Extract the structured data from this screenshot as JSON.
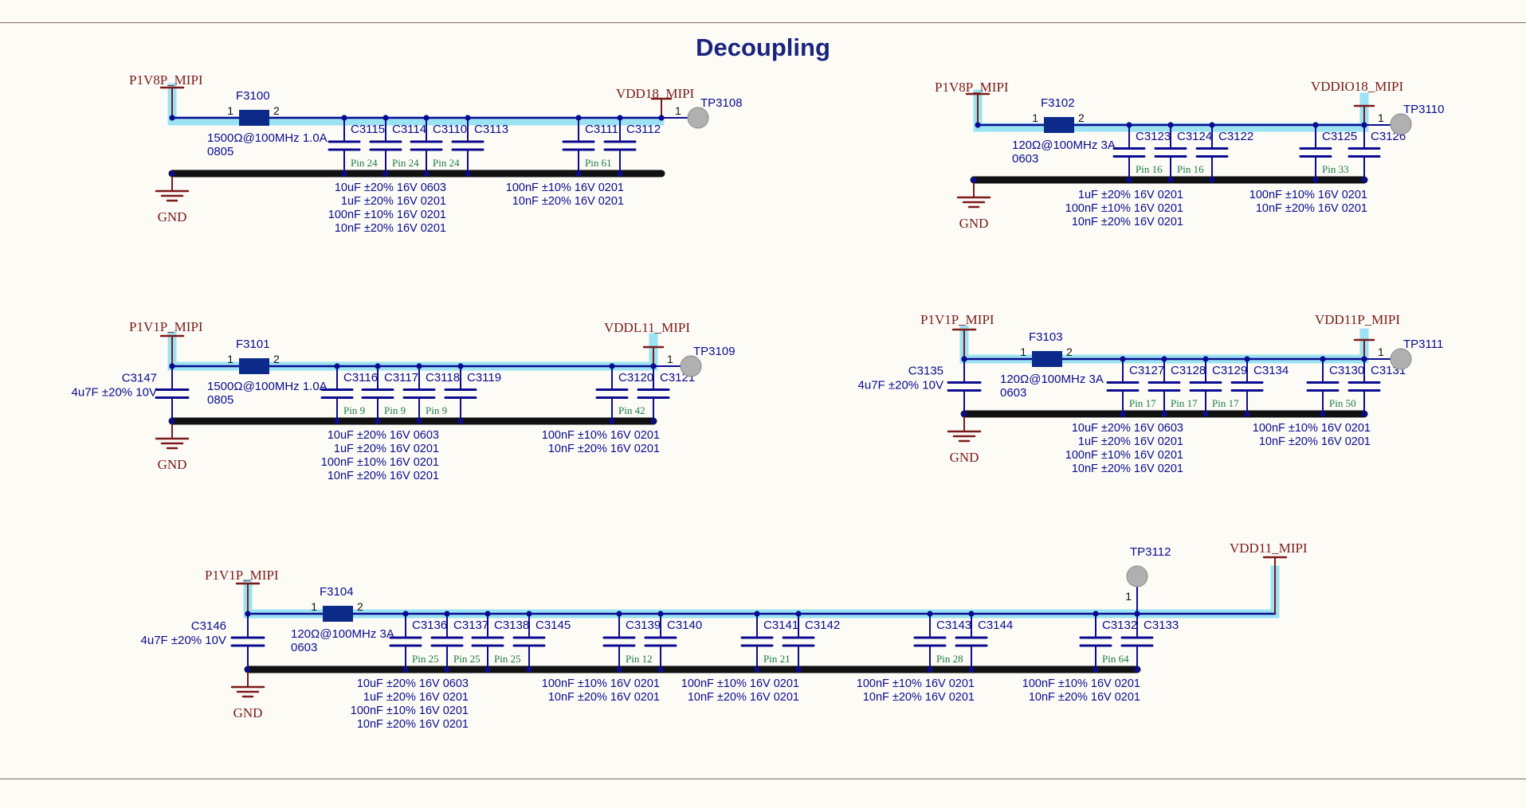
{
  "title": "Decoupling",
  "colors": {
    "wire": "#0b0b8f",
    "highlight": "#9be3f2",
    "ground_bus": "#111111",
    "net_label": "#7a1a1a",
    "pin_label": "#1b7a40",
    "ferrite": "#0b2a8a",
    "testpoint": "#b0b0b0"
  },
  "blocks": [
    {
      "id": "b1",
      "input_net": "P1V8P_MIPI",
      "output_net": "VDD18_MIPI",
      "ground": "GND",
      "ferrite": {
        "ref": "F3100",
        "pin1": "1",
        "pin2": "2",
        "spec": [
          "1500Ω@100MHz 1.0A",
          "0805"
        ]
      },
      "testpoint": {
        "ref": "TP3108",
        "pin": "1"
      },
      "input_cap": null,
      "caps": [
        {
          "ref": "C3115",
          "pin": "Pin 24"
        },
        {
          "ref": "C3114",
          "pin": "Pin 24"
        },
        {
          "ref": "C3110",
          "pin": "Pin 24"
        },
        {
          "ref": "C3113",
          "pin": ""
        },
        {
          "ref": "C3111",
          "pin": "Pin 61"
        },
        {
          "ref": "C3112",
          "pin": ""
        }
      ],
      "notes": [
        {
          "lines": [
            "10uF ±20% 16V  0603",
            "1uF ±20% 16V  0201",
            "100nF ±10% 16V  0201",
            "10nF ±20% 16V  0201"
          ]
        },
        {
          "lines": [
            "100nF ±10% 16V  0201",
            "10nF ±20% 16V  0201"
          ]
        }
      ]
    },
    {
      "id": "b2",
      "input_net": "P1V8P_MIPI",
      "output_net": "VDDIO18_MIPI",
      "ground": "GND",
      "ferrite": {
        "ref": "F3102",
        "pin1": "1",
        "pin2": "2",
        "spec": [
          "120Ω@100MHz 3A",
          "0603"
        ]
      },
      "testpoint": {
        "ref": "TP3110",
        "pin": "1"
      },
      "input_cap": null,
      "caps": [
        {
          "ref": "C3123",
          "pin": "Pin 16"
        },
        {
          "ref": "C3124",
          "pin": "Pin 16"
        },
        {
          "ref": "C3122",
          "pin": ""
        },
        {
          "ref": "C3125",
          "pin": "Pin 33"
        },
        {
          "ref": "C3126",
          "pin": ""
        }
      ],
      "notes": [
        {
          "lines": [
            "1uF ±20% 16V  0201",
            "100nF ±10% 16V  0201",
            "10nF ±20% 16V  0201"
          ]
        },
        {
          "lines": [
            "100nF ±10% 16V  0201",
            "10nF ±20% 16V  0201"
          ]
        }
      ]
    },
    {
      "id": "b3",
      "input_net": "P1V1P_MIPI",
      "output_net": "VDDL11_MIPI",
      "ground": "GND",
      "ferrite": {
        "ref": "F3101",
        "pin1": "1",
        "pin2": "2",
        "spec": [
          "1500Ω@100MHz 1.0A",
          "0805"
        ]
      },
      "testpoint": {
        "ref": "TP3109",
        "pin": "1"
      },
      "input_cap": {
        "ref": "C3147",
        "value": "4u7F ±20% 10V"
      },
      "caps": [
        {
          "ref": "C3116",
          "pin": "Pin 9"
        },
        {
          "ref": "C3117",
          "pin": "Pin 9"
        },
        {
          "ref": "C3118",
          "pin": "Pin 9"
        },
        {
          "ref": "C3119",
          "pin": ""
        },
        {
          "ref": "C3120",
          "pin": "Pin 42"
        },
        {
          "ref": "C3121",
          "pin": ""
        }
      ],
      "notes": [
        {
          "lines": [
            "10uF ±20% 16V  0603",
            "1uF ±20% 16V  0201",
            "100nF ±10% 16V  0201",
            "10nF ±20% 16V  0201"
          ]
        },
        {
          "lines": [
            "100nF ±10% 16V  0201",
            "10nF ±20% 16V  0201"
          ]
        }
      ]
    },
    {
      "id": "b4",
      "input_net": "P1V1P_MIPI",
      "output_net": "VDD11P_MIPI",
      "ground": "GND",
      "ferrite": {
        "ref": "F3103",
        "pin1": "1",
        "pin2": "2",
        "spec": [
          "120Ω@100MHz 3A",
          "0603"
        ]
      },
      "testpoint": {
        "ref": "TP3111",
        "pin": "1"
      },
      "input_cap": {
        "ref": "C3135",
        "value": "4u7F ±20% 10V"
      },
      "caps": [
        {
          "ref": "C3127",
          "pin": "Pin 17"
        },
        {
          "ref": "C3128",
          "pin": "Pin 17"
        },
        {
          "ref": "C3129",
          "pin": "Pin 17"
        },
        {
          "ref": "C3134",
          "pin": ""
        },
        {
          "ref": "C3130",
          "pin": "Pin 50"
        },
        {
          "ref": "C3131",
          "pin": ""
        }
      ],
      "notes": [
        {
          "lines": [
            "10uF ±20% 16V  0603",
            "1uF ±20% 16V  0201",
            "100nF ±10% 16V  0201",
            "10nF ±20% 16V  0201"
          ]
        },
        {
          "lines": [
            "100nF ±10% 16V  0201",
            "10nF ±20% 16V  0201"
          ]
        }
      ]
    },
    {
      "id": "b5",
      "input_net": "P1V1P_MIPI",
      "output_net": "VDD11_MIPI",
      "ground": "GND",
      "ferrite": {
        "ref": "F3104",
        "pin1": "1",
        "pin2": "2",
        "spec": [
          "120Ω@100MHz 3A",
          "0603"
        ]
      },
      "testpoint": {
        "ref": "TP3112",
        "pin": "1"
      },
      "input_cap": {
        "ref": "C3146",
        "value": "4u7F ±20% 10V"
      },
      "caps": [
        {
          "ref": "C3136",
          "pin": "Pin 25"
        },
        {
          "ref": "C3137",
          "pin": "Pin 25"
        },
        {
          "ref": "C3138",
          "pin": "Pin 25"
        },
        {
          "ref": "C3145",
          "pin": ""
        },
        {
          "ref": "C3139",
          "pin": "Pin 12"
        },
        {
          "ref": "C3140",
          "pin": ""
        },
        {
          "ref": "C3141",
          "pin": "Pin 21"
        },
        {
          "ref": "C3142",
          "pin": ""
        },
        {
          "ref": "C3143",
          "pin": "Pin 28"
        },
        {
          "ref": "C3144",
          "pin": ""
        },
        {
          "ref": "C3132",
          "pin": "Pin 64"
        },
        {
          "ref": "C3133",
          "pin": ""
        }
      ],
      "notes": [
        {
          "lines": [
            "10uF ±20% 16V      0603",
            "1uF ±20% 16V      0201",
            "100nF ±10% 16V      0201",
            "10nF ±20% 16V      0201"
          ]
        },
        {
          "lines": [
            "100nF ±10% 16V   0201",
            "10nF ±20% 16V   0201"
          ]
        },
        {
          "lines": [
            "100nF ±10% 16V  0201",
            "10nF ±20% 16V  0201"
          ]
        },
        {
          "lines": [
            "100nF ±10% 16V  0201",
            "10nF ±20% 16V  0201"
          ]
        },
        {
          "lines": [
            "100nF ±10% 16V  0201",
            "10nF ±20% 16V  0201"
          ]
        }
      ]
    }
  ]
}
